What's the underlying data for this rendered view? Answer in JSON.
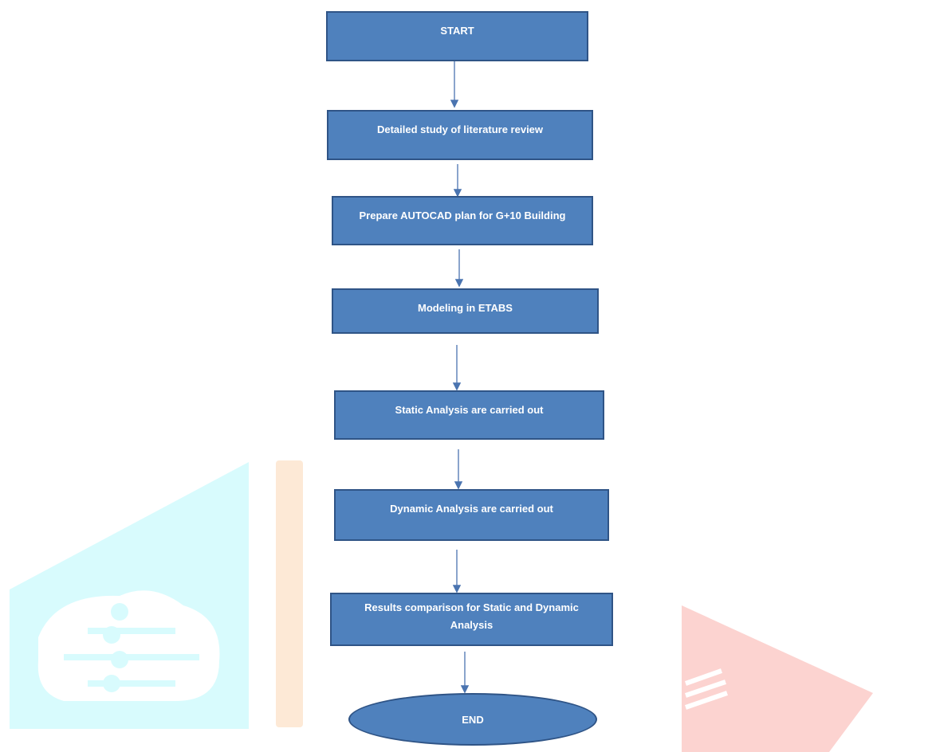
{
  "flowchart": {
    "steps": [
      {
        "label": "START"
      },
      {
        "label": "Detailed study of literature review"
      },
      {
        "label": "Prepare AUTOCAD plan for G+10 Building"
      },
      {
        "label": "Modeling in ETABS"
      },
      {
        "label": "Static Analysis are carried out"
      },
      {
        "label": "Dynamic Analysis are carried out"
      },
      {
        "label": "Results comparison for Static and Dynamic Analysis"
      },
      {
        "label": "END"
      }
    ]
  },
  "colors": {
    "box_fill": "#4f81bd",
    "box_border": "#2f5486",
    "arrow": "#4a74b0",
    "watermark_cyan": "#d8fbfd",
    "watermark_orange": "#fde9d6",
    "watermark_pink": "#fcd3d0"
  }
}
